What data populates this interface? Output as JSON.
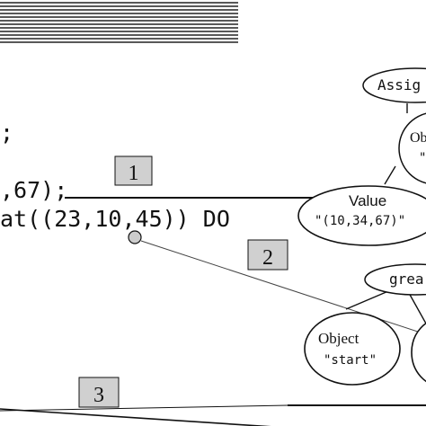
{
  "code": {
    "line1": ";",
    "line2": ",67);",
    "line3": "at((23,10,45)) DO"
  },
  "callouts": [
    "1",
    "2",
    "3"
  ],
  "nodes": {
    "assign": "Assig",
    "object_top": "Ob",
    "object_top_value": "\"",
    "value": "Value",
    "value_text": "\"(10,34,67)\"",
    "great": "grea",
    "object_start": "Object",
    "object_start_value": "\"start\""
  },
  "colors": {
    "ink": "#111111",
    "box_fill": "#d0d0d0",
    "circle_fill": "#cccccc"
  }
}
